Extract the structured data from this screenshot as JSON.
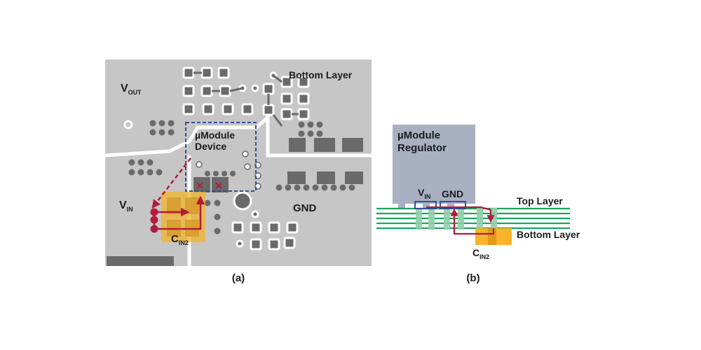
{
  "panel_a": {
    "caption": "(a)",
    "labels": {
      "vout_main": "V",
      "vout_sub": "OUT",
      "vin_main": "V",
      "vin_sub": "IN",
      "cin2_main": "C",
      "cin2_sub": "IN2",
      "gnd": "GND",
      "bottom_layer": "Bottom Layer",
      "device_line1": "µModule",
      "device_line2": "Device"
    },
    "markers": [
      "✕",
      "✕"
    ]
  },
  "panel_b": {
    "caption": "(b)",
    "labels": {
      "regulator_line1": "µModule",
      "regulator_line2": "Regulator",
      "vin_main": "V",
      "vin_sub": "IN",
      "gnd": "GND",
      "top_layer": "Top Layer",
      "bottom_layer": "Bottom Layer",
      "cin2_main": "C",
      "cin2_sub": "IN2"
    }
  },
  "colors": {
    "board": "#c6c6c6",
    "pad": "#6a6a6a",
    "current_path": "#b31b3a",
    "highlight_box": "#2e4f9a",
    "capacitor": "#f7b42c",
    "pcb_layers": "#1fa560",
    "module_body": "#a8b0c2"
  }
}
